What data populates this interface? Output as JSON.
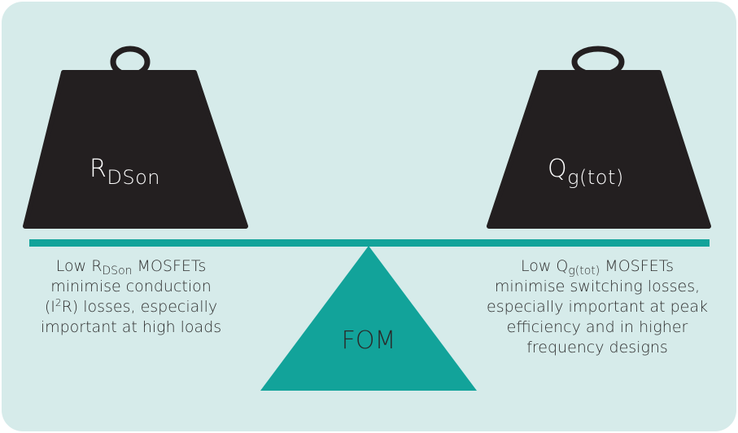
{
  "left_weight": {
    "label_main": "R",
    "label_sub": "DSon"
  },
  "right_weight": {
    "label_main": "Q",
    "label_sub": "g(tot)"
  },
  "fulcrum": {
    "label": "FOM"
  },
  "left_caption": {
    "l1_pre": "Low R",
    "l1_sub": "DSon",
    "l1_post": " MOSFETs",
    "l2": "minimise conduction",
    "l3_pre": "(I",
    "l3_sup": "2",
    "l3_post": "R) losses, especially",
    "l4": "important at high loads"
  },
  "right_caption": {
    "l1_pre": "Low Q",
    "l1_sub": "g(tot)",
    "l1_post": " MOSFETs",
    "l2": "minimise switching losses,",
    "l3": "especially important at peak",
    "l4": "efficiency and in higher",
    "l5": "frequency designs"
  },
  "colors": {
    "background": "#d6ebea",
    "weight": "#231f20",
    "teal": "#12a39a"
  }
}
